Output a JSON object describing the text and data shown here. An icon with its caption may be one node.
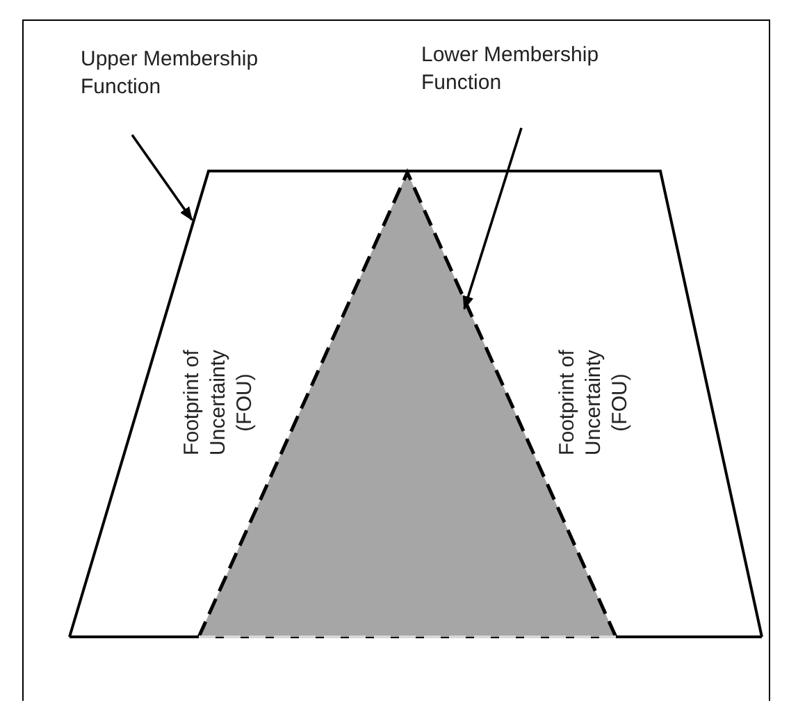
{
  "diagram": {
    "nodes": [
      {
        "text": [
          "Upper Membership Function"
        ]
      },
      {
        "text": [],
        "shape": "trapezoid"
      },
      {
        "text": [
          "Lower Membership Function"
        ]
      },
      {
        "text": [],
        "shape": "triangle",
        "in": 1
      }
    ],
    "edges": [
      {
        "from": 0,
        "to": 1,
        "arrow": "to"
      },
      {
        "from": 2,
        "to": 3,
        "arrow": "to"
      }
    ],
    "labels": [
      "Footprint of Uncertainty (FOU)",
      "Footprint of Uncertainty (FOU)"
    ]
  }
}
